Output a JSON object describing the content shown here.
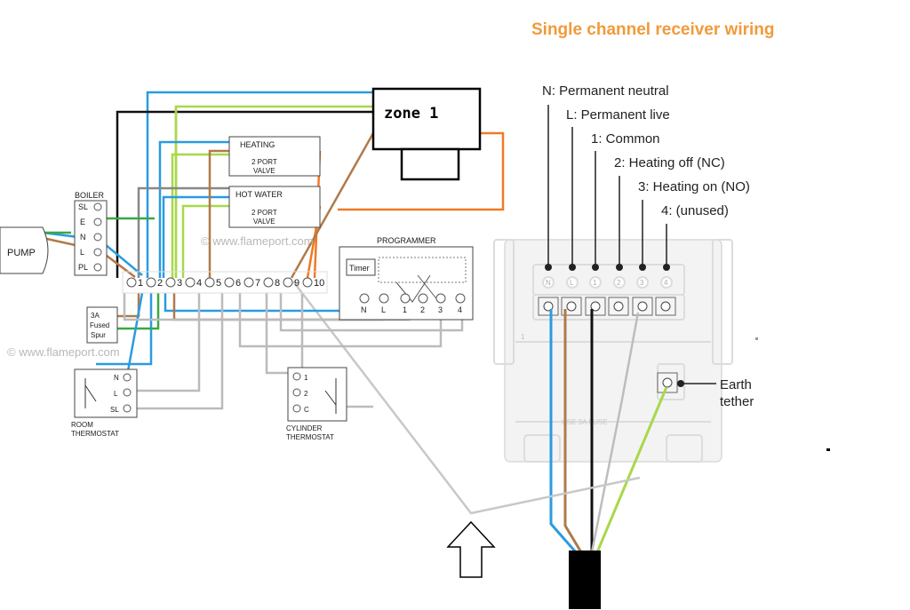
{
  "title": "Single channel receiver wiring",
  "zone_box": {
    "label": "zone 1"
  },
  "watermarks": [
    "© www.flameport.com",
    "© www.flameport.com"
  ],
  "boiler": {
    "heading": "BOILER",
    "terminals": [
      "SL",
      "E",
      "N",
      "L",
      "PL"
    ]
  },
  "pump": "PUMP",
  "heating_valve": {
    "title": "HEATING",
    "line1": "2 PORT",
    "line2": "VALVE"
  },
  "hot_water_valve": {
    "title": "HOT WATER",
    "line1": "2 PORT",
    "line2": "VALVE"
  },
  "junction_box": {
    "terminals": [
      "1",
      "2",
      "3",
      "4",
      "5",
      "6",
      "7",
      "8",
      "9",
      "10"
    ]
  },
  "programmer": {
    "heading": "PROGRAMMER",
    "timer": "Timer",
    "terminals": [
      "N",
      "L",
      "1",
      "2",
      "3",
      "4"
    ]
  },
  "spur": {
    "line1": "3A",
    "line2": "Fused",
    "line3": "Spur"
  },
  "room_thermostat": {
    "line1": "ROOM",
    "line2": "THERMOSTAT",
    "terminals": [
      "N",
      "L",
      "SL"
    ]
  },
  "cylinder_thermostat": {
    "line1": "CYLINDER",
    "line2": "THERMOSTAT",
    "terminals": [
      "1",
      "2",
      "C"
    ]
  },
  "receiver": {
    "labels": [
      "N: Permanent neutral",
      "L: Permanent live",
      "1: Common",
      "2: Heating off (NC)",
      "3: Heating on (NO)",
      "4: (unused)"
    ],
    "terminal_marks": [
      "N",
      "L",
      "1",
      "2",
      "3",
      "4"
    ],
    "earth_line1": "Earth",
    "earth_line2": "tether",
    "fuse_text": "USE  3A  FUSE",
    "side_mark": "1"
  },
  "colors": {
    "blue": "#2a9be0",
    "brown": "#b07a4a",
    "green_yellow": "#a8d84a",
    "green": "#3aa845",
    "orange": "#f07a24",
    "grey": "#bdbdbd",
    "black": "#111111",
    "title_orange": "#f29a3a"
  }
}
